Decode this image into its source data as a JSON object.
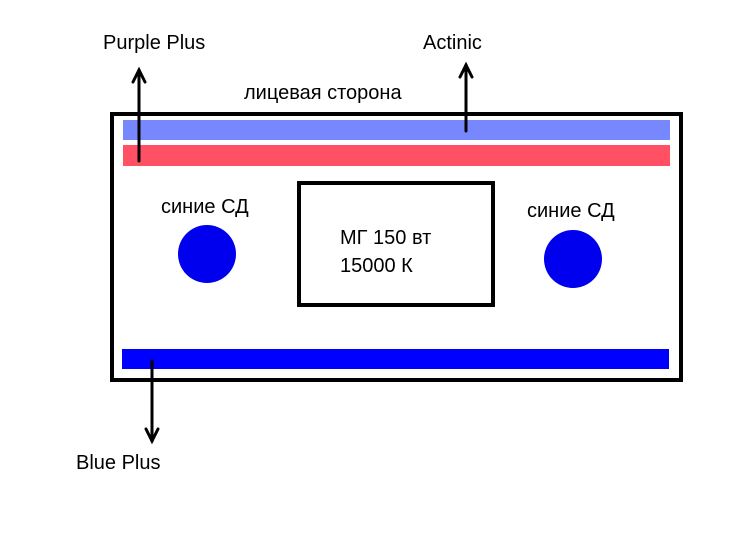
{
  "diagram": {
    "title": "лицевая сторона",
    "colors": {
      "actinic": "#7788FF",
      "purple_plus": "#FF5064",
      "blue_plus": "#0000FF",
      "led": "#0000EE",
      "outline": "#000000"
    },
    "labels": {
      "purple_plus": "Purple Plus",
      "actinic": "Actinic",
      "blue_plus": "Blue Plus"
    },
    "leds": {
      "left_label": "синие СД",
      "right_label": "синие СД"
    },
    "lamp": {
      "line1": "МГ 150 вт",
      "line2": "15000 К"
    }
  }
}
